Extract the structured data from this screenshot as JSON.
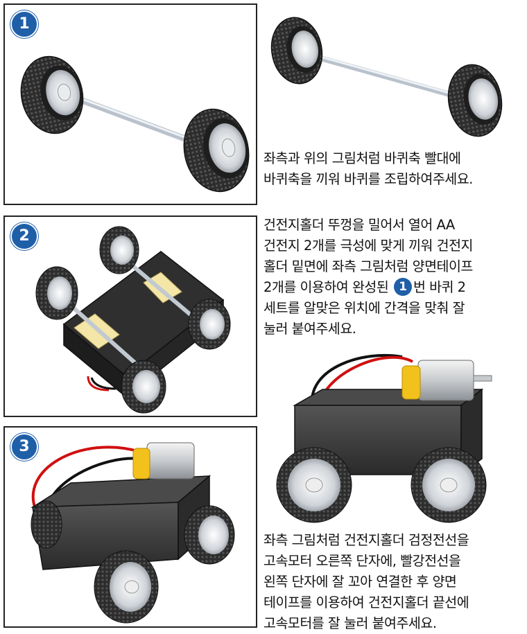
{
  "steps": [
    {
      "number": "1",
      "text_lines": [
        "좌측과 위의 그림처럼 바퀴축 빨대에",
        "바퀴축을 끼워 바퀴를 조립하여주세요."
      ]
    },
    {
      "number": "2",
      "text_lines": [
        "건전지홀더 뚜껑을 밀어서 열어 AA",
        "건전지 2개를 극성에 맞게 끼워 건전지",
        "홀더 밑면에 좌측 그림처럼 양면테이프",
        "2개를 이용하여 완성된",
        "번 바퀴 2",
        "세트를 알맞은 위치에 간격을 맞춰 잘",
        "눌러 붙여주세요."
      ]
    },
    {
      "number": "3",
      "text_lines": [
        "좌측 그림처럼 건전지홀더 검정전선을",
        "고속모터 오른쪽 단자에, 빨강전선을",
        "왼쪽 단자에 잘 꼬아 연결한 후 양면",
        "테이프를 이용하여 건전지홀더 끝선에",
        "고속모터를 잘 눌러 붙여주세요."
      ]
    }
  ],
  "inline_ref": "1",
  "colors": {
    "badge": "#1f5fa8",
    "tire": "#2a2a2a",
    "hub": "#d6d9dd",
    "battery_holder": "#3a3a3a",
    "motor_gear": "#f2c11c",
    "wire_red": "#d01010",
    "tape": "#f4e6a6"
  }
}
